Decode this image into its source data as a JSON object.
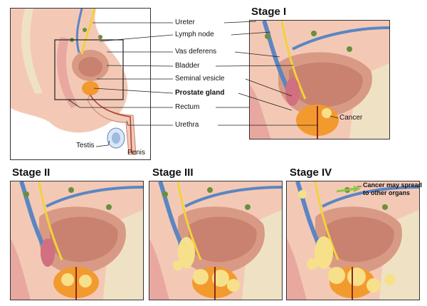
{
  "main": {
    "labels": {
      "ureter": "Ureter",
      "lymph_node": "Lymph node",
      "vas_deferens": "Vas deferens",
      "bladder": "Bladder",
      "seminal_vesicle": "Seminal vesicle",
      "prostate_gland": "Prostate gland",
      "rectum": "Rectum",
      "urethra": "Urethra",
      "testis": "Testis",
      "penis": "Penis"
    }
  },
  "stages": {
    "stage1": {
      "title": "Stage I",
      "note": "Cancer"
    },
    "stage2": {
      "title": "Stage II"
    },
    "stage3": {
      "title": "Stage III"
    },
    "stage4": {
      "title": "Stage IV",
      "note_line1": "Cancer may spread",
      "note_line2": "to other organs"
    }
  },
  "colors": {
    "tissue": "#f3c9b6",
    "bladder": "#d89a84",
    "bladder_inner": "#c98270",
    "prostate": "#f39a2e",
    "cancer": "#f7e08a",
    "vessel_blue": "#5b86c2",
    "vessel_yellow": "#f2d23a",
    "lymph_green": "#6b8e3a",
    "rectum": "#e8a8a0",
    "bone": "#efe2c4"
  }
}
